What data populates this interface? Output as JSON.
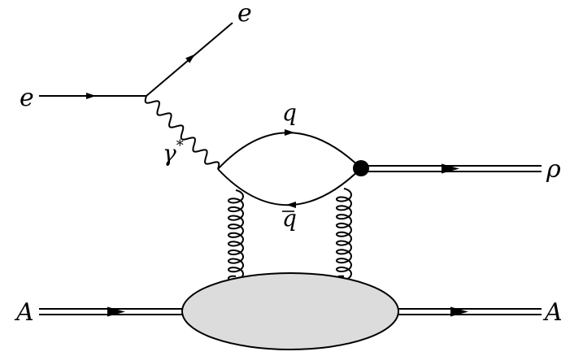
{
  "labels": {
    "electron_in": "e",
    "electron_out": "e",
    "photon": "γ",
    "photon_sup": "*",
    "quark": "q",
    "antiquark": "q",
    "meson": "ρ",
    "nucleus_in": "A",
    "nucleus_out": "A"
  },
  "colors": {
    "line": "#000000",
    "blob_fill": "#dcdcdc",
    "vertex": "#000000"
  }
}
